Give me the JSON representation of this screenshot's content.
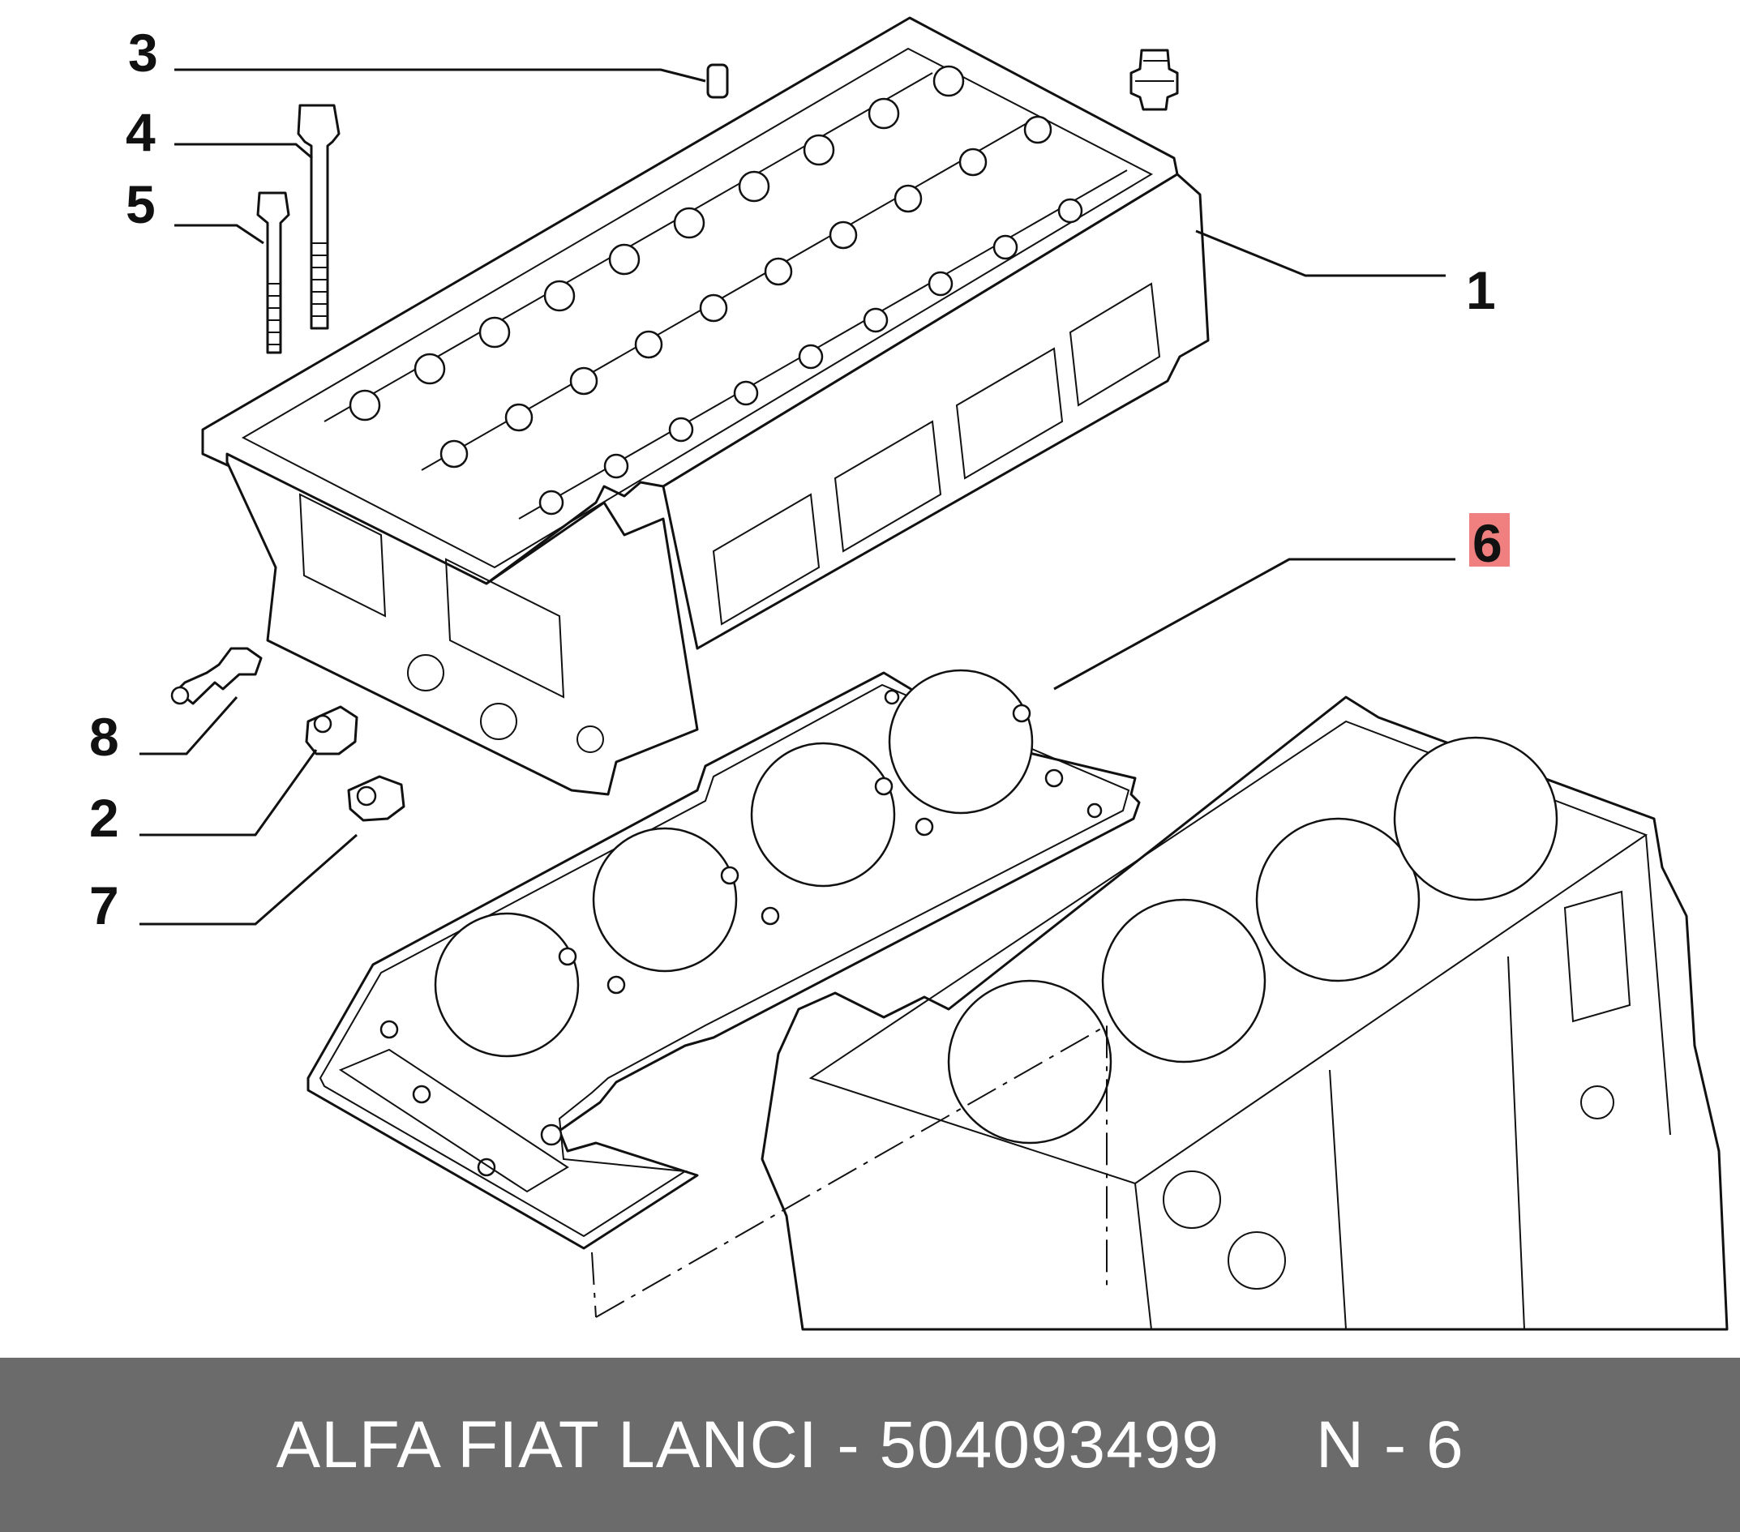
{
  "callouts": {
    "c1": "1",
    "c2": "2",
    "c3": "3",
    "c4": "4",
    "c5": "5",
    "c6": "6",
    "c7": "7",
    "c8": "8"
  },
  "highlight_color": "#f08080",
  "footer": {
    "label": "ALFA FIAT LANCI - 504093499     N - 6"
  }
}
